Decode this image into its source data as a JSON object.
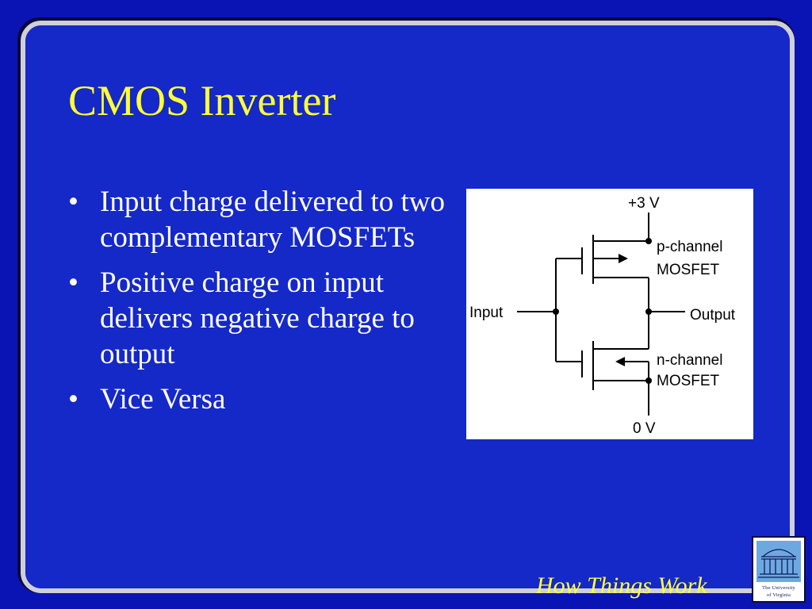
{
  "slide": {
    "title": "CMOS Inverter",
    "bullets": [
      "Input charge delivered to two complementary MOSFETs",
      "Positive charge on input delivers negative charge to output",
      "Vice Versa"
    ],
    "footer": "How Things Work"
  },
  "diagram": {
    "labels": {
      "supply": "+3 V",
      "ground": "0 V",
      "input": "Input",
      "output": "Output",
      "p_type": "p-channel",
      "p_device": "MOSFET",
      "n_type": "n-channel",
      "n_device": "MOSFET"
    }
  },
  "logo": {
    "line1": "The University",
    "line2": "of Virginia"
  },
  "colors": {
    "background": "#1528c8",
    "title": "#ffff33",
    "body_text": "#ffffff",
    "frame": "#d0d0d8"
  }
}
